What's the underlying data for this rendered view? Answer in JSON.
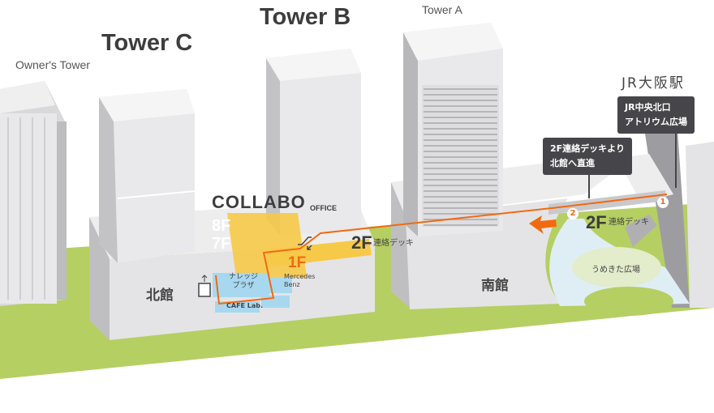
{
  "towers": {
    "owners": "Owner's Tower",
    "c": "Tower C",
    "b": "Tower B",
    "a": "Tower A"
  },
  "station": "JR大阪駅",
  "callouts": {
    "jr_exit": [
      "JR中央北口",
      "アトリウム広場"
    ],
    "deck": [
      "2F連絡デッキより",
      "北館へ直進"
    ]
  },
  "collabo": {
    "name": "COLLABO",
    "suffix": "OFFICE",
    "floors": [
      "8F",
      "7F"
    ]
  },
  "north": {
    "name": "北館",
    "knowledge": [
      "ナレッジ",
      "プラザ"
    ],
    "cafe": "CAFE Lab.",
    "mercedes": [
      "Mercedes",
      "Benz"
    ],
    "floor_1f": "1F"
  },
  "south": {
    "name": "南館"
  },
  "deck_labels": {
    "floor": "2F",
    "text": "連絡デッキ"
  },
  "plaza": "うめきた広場",
  "route_points": [
    "1",
    "2"
  ],
  "colors": {
    "route": "#f26a10",
    "green": "#b5cf63",
    "collabo": "#f7c948",
    "water": "#a8d8f0",
    "callout": "#46464a"
  }
}
